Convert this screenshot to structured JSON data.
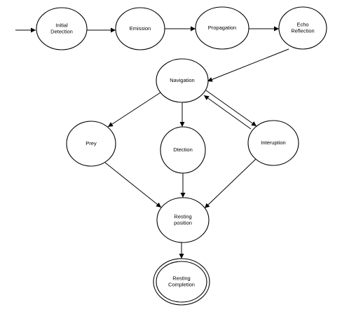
{
  "diagram": {
    "type": "state-flow",
    "colors": {
      "stroke": "#000000",
      "fill": "#ffffff"
    },
    "nodes": {
      "initial_detection": {
        "label_lines": [
          "Initial",
          "Detection"
        ]
      },
      "emission": {
        "label_lines": [
          "Emission"
        ]
      },
      "propagation": {
        "label_lines": [
          "Propagation"
        ]
      },
      "echo_reflection": {
        "label_lines": [
          "Echo",
          "Reflection"
        ]
      },
      "navigation": {
        "label_lines": [
          "Navigation"
        ]
      },
      "prey": {
        "label_lines": [
          "Prey"
        ]
      },
      "dtection": {
        "label_lines": [
          "Dtection"
        ]
      },
      "interuption": {
        "label_lines": [
          "Interuption"
        ]
      },
      "resting_position": {
        "label_lines": [
          "Resting",
          "position"
        ]
      },
      "resting_completion": {
        "label_lines": [
          "Resting",
          "Completion"
        ],
        "final_state": true
      }
    },
    "edges": [
      {
        "from": "start",
        "to": "initial_detection"
      },
      {
        "from": "initial_detection",
        "to": "emission"
      },
      {
        "from": "emission",
        "to": "propagation"
      },
      {
        "from": "propagation",
        "to": "echo_reflection"
      },
      {
        "from": "echo_reflection",
        "to": "navigation"
      },
      {
        "from": "navigation",
        "to": "prey"
      },
      {
        "from": "navigation",
        "to": "dtection"
      },
      {
        "from": "navigation",
        "to": "interuption"
      },
      {
        "from": "interuption",
        "to": "navigation"
      },
      {
        "from": "prey",
        "to": "resting_position"
      },
      {
        "from": "dtection",
        "to": "resting_position"
      },
      {
        "from": "interuption",
        "to": "resting_position"
      },
      {
        "from": "resting_position",
        "to": "resting_completion"
      }
    ]
  }
}
